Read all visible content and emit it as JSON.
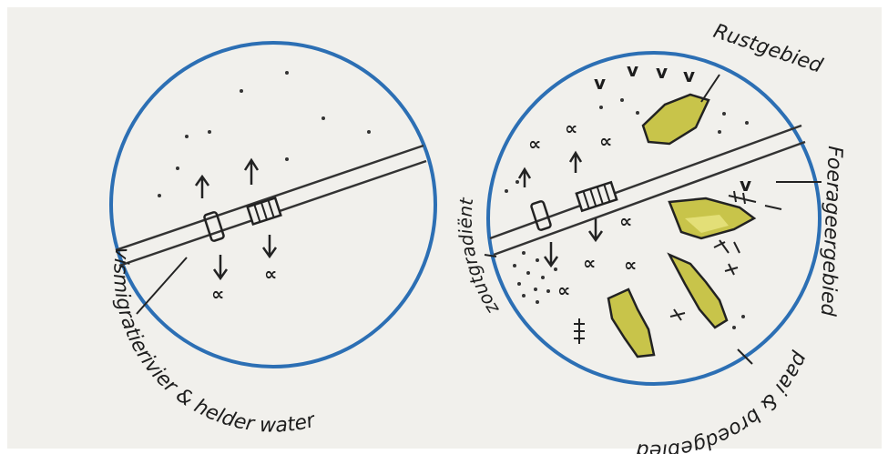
{
  "labels": {
    "left_circle": "vismigratierivier & helder water",
    "rust": "Rustgebied",
    "foerageer": "Foerageergebied",
    "paai": "paai & broedgebied",
    "zout": "zoutgradiënt"
  },
  "symbols": {
    "fish": "∝",
    "bird": "v"
  },
  "colors": {
    "paper": "#f1f0ec",
    "circle": "#2c6fb4",
    "ink": "#1d1d1d",
    "island_fill": "#c8c44a",
    "island_light": "#e3df77"
  }
}
